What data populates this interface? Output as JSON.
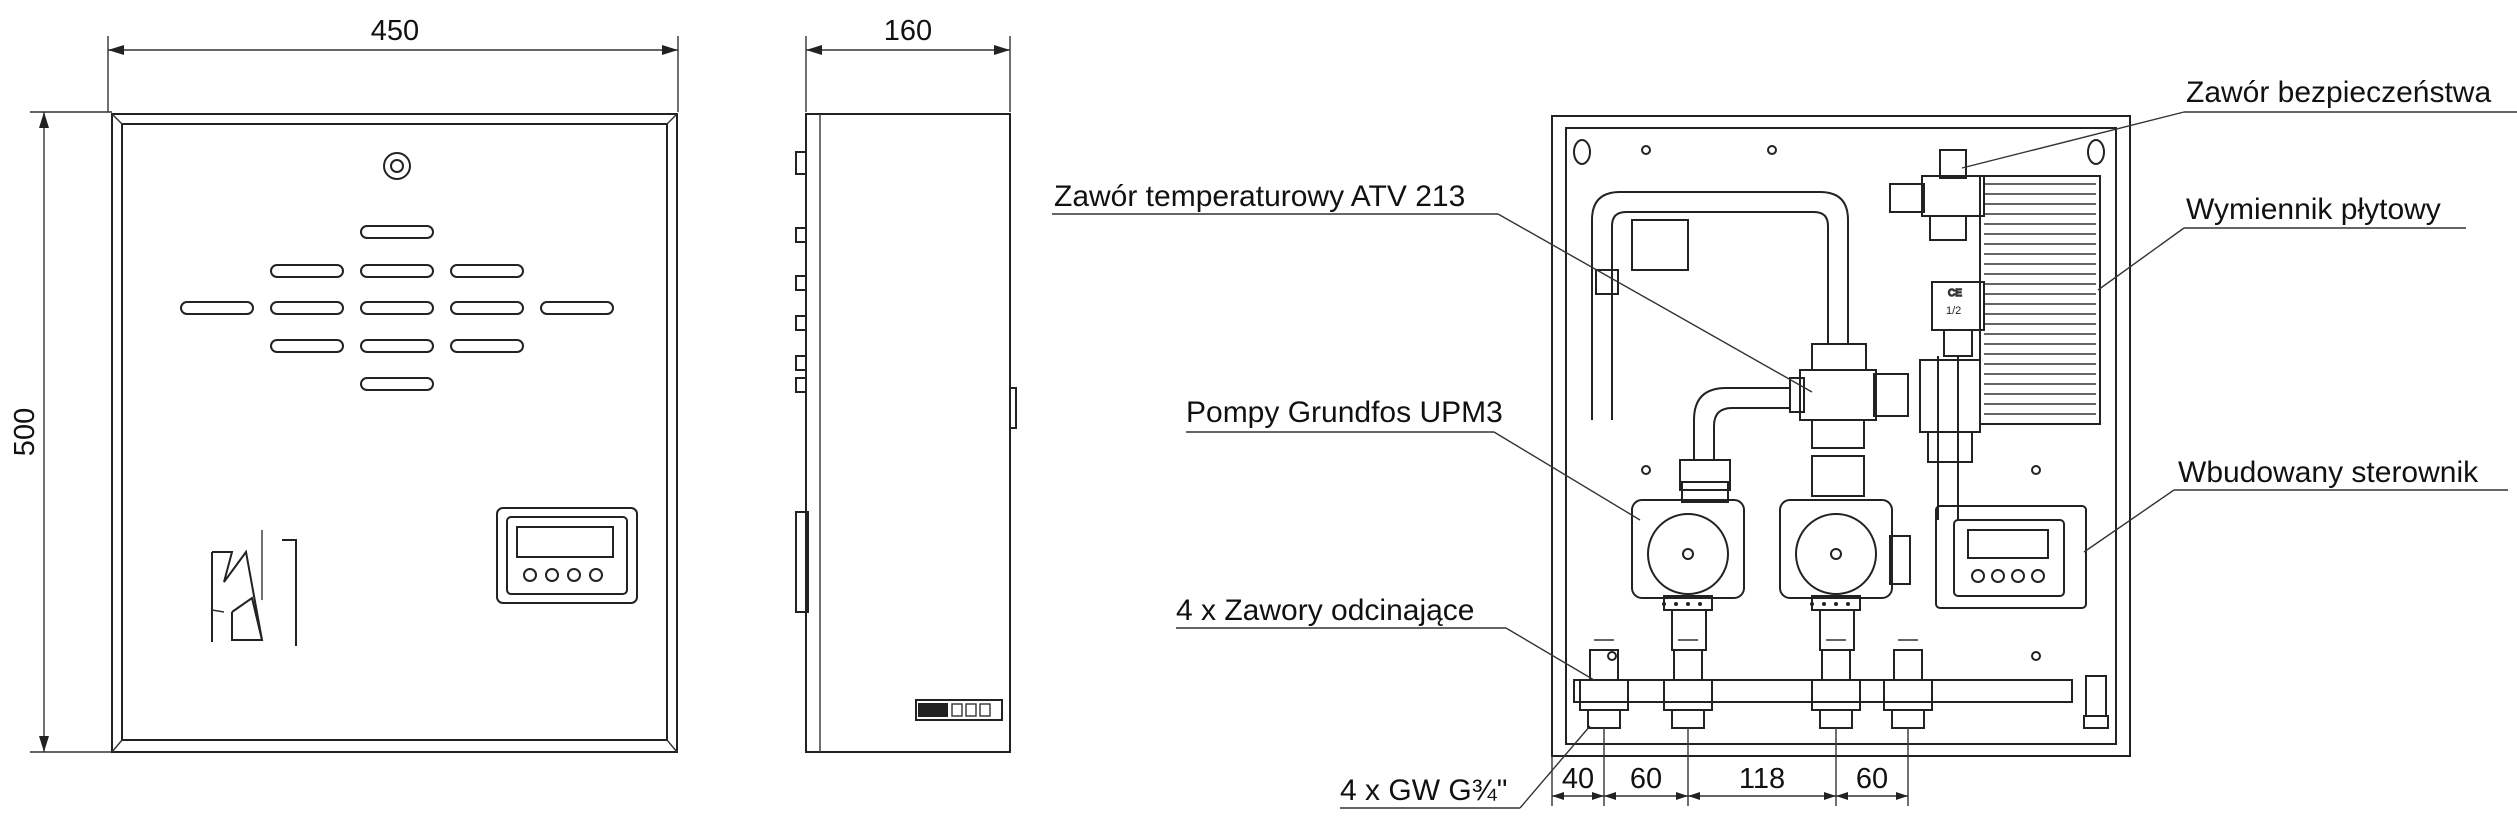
{
  "dimensions": {
    "front_width": "450",
    "side_depth": "160",
    "height": "500",
    "spacing": [
      "40",
      "60",
      "118",
      "60"
    ]
  },
  "labels": {
    "safety_valve": "Zawór bezpieczeństwa",
    "temp_valve": "Zawór temperaturowy ATV 213",
    "heat_exchanger": "Wymiennik płytowy",
    "pumps": "Pompy Grundfos UPM3",
    "controller": "Wbudowany sterownik",
    "shutoff_valves": "4 x Zawory odcinające",
    "connections": "4 x GW G¾\""
  },
  "valve_marking": "1/2",
  "colors": {
    "line": "#222222",
    "background": "#ffffff"
  }
}
